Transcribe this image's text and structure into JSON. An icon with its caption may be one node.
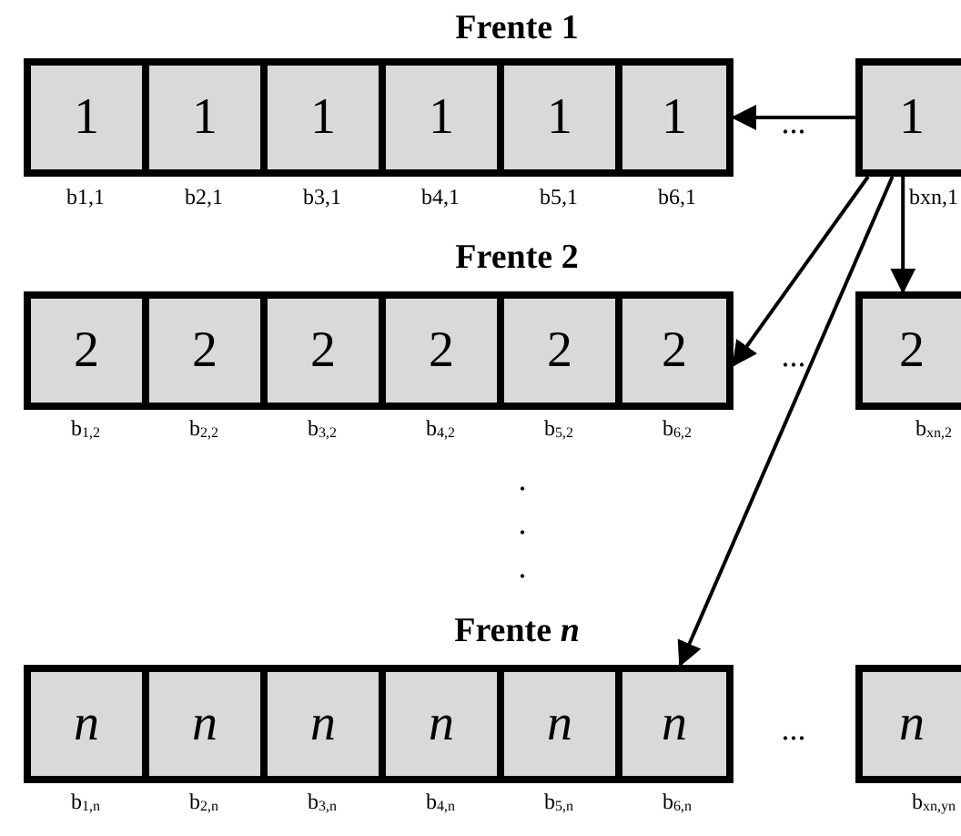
{
  "diagram": {
    "nodes": [
      {
        "text": [
          "1"
        ],
        "beside": [
          "b1,1"
        ]
      },
      {
        "text": [
          "1"
        ],
        "beside": [
          "b2,1"
        ]
      },
      {
        "text": [
          "1"
        ],
        "beside": [
          "b3,1"
        ]
      },
      {
        "text": [
          "1"
        ],
        "beside": [
          "b4,1"
        ]
      },
      {
        "text": [
          "1"
        ],
        "beside": [
          "b5,1"
        ]
      },
      {
        "text": [
          "1"
        ],
        "beside": [
          "b6,1"
        ]
      },
      {
        "text": [
          "1"
        ],
        "beside": [
          "bxn,1"
        ]
      },
      {
        "text": [
          "2"
        ],
        "beside": [
          "b$_{1,2}$"
        ]
      },
      {
        "text": [
          "2"
        ],
        "beside": [
          "b$_{2,2}$"
        ]
      },
      {
        "text": [
          "2"
        ],
        "beside": [
          "b$_{3,2}$"
        ]
      },
      {
        "text": [
          "2"
        ],
        "beside": [
          "b$_{4,2}$"
        ]
      },
      {
        "text": [
          "2"
        ],
        "beside": [
          "b$_{5,2}$"
        ]
      },
      {
        "text": [
          "2"
        ],
        "beside": [
          "b$_{6,2}$"
        ]
      },
      {
        "text": [
          "2"
        ],
        "beside": [
          "b$_{xn,2}$"
        ]
      },
      {
        "text": [
          "n"
        ],
        "beside": [
          "b$_{1,n}$"
        ]
      },
      {
        "text": [
          "n"
        ],
        "beside": [
          "b$_{2,n}$"
        ]
      },
      {
        "text": [
          "n"
        ],
        "beside": [
          "b$_{3,n}$"
        ]
      },
      {
        "text": [
          "n"
        ],
        "beside": [
          "b$_{4,n}$"
        ]
      },
      {
        "text": [
          "n"
        ],
        "beside": [
          "b$_{5,n}$"
        ]
      },
      {
        "text": [
          "n"
        ],
        "beside": [
          "b$_{6,n}$"
        ]
      },
      {
        "text": [
          "n"
        ],
        "beside": [
          "b$_{xn,yn}$"
        ]
      }
    ],
    "edges": [
      {
        "from": 6,
        "to": 5,
        "arrow": "to"
      },
      {
        "from": 6,
        "to": 12,
        "arrow": "to"
      },
      {
        "from": 6,
        "to": 13,
        "arrow": "to"
      },
      {
        "from": 6,
        "to": 19,
        "arrow": "to"
      }
    ],
    "labels": [
      "Frente 1",
      "...",
      "Frente 2",
      "...",
      ".",
      ".",
      ".",
      "Frente *n*",
      "..."
    ]
  }
}
